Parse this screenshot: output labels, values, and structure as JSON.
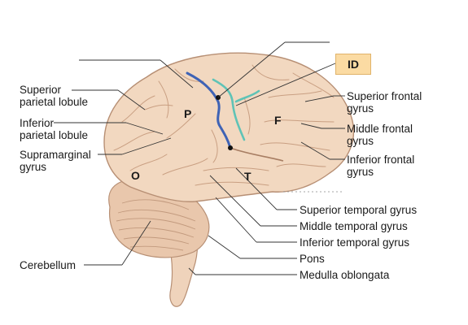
{
  "id_box": {
    "text": "ID",
    "fill": "#fbdba3"
  },
  "lobes": {
    "parietal": "P",
    "frontal": "F",
    "occipital": "O",
    "temporal": "T"
  },
  "labels_left": {
    "superior_parietal": [
      "Superior",
      "parietal lobule"
    ],
    "inferior_parietal": [
      "Inferior",
      "parietal lobule"
    ],
    "supramarginal": [
      "Supramarginal",
      "gyrus"
    ],
    "cerebellum": [
      "Cerebellum"
    ]
  },
  "labels_right": {
    "superior_frontal": [
      "Superior frontal",
      "gyrus"
    ],
    "middle_frontal": [
      "Middle frontal",
      "gyrus"
    ],
    "inferior_frontal": [
      "Inferior frontal",
      "gyrus"
    ],
    "superior_temporal": [
      "Superior temporal gyrus"
    ],
    "middle_temporal": [
      "Middle temporal gyrus"
    ],
    "inferior_temporal": [
      "Inferior temporal gyrus"
    ],
    "pons": [
      "Pons"
    ],
    "medulla": [
      "Medulla oblongata"
    ]
  },
  "colors": {
    "brain_fill": "#f2d8c0",
    "brain_stroke": "#b78f74",
    "cerebellum_fill": "#e9c7ac",
    "stem_fill": "#efd3bb",
    "sulcus_blue": "#3f63b5",
    "sulcus_teal": "#5fc3b6",
    "leader_line": "#333333"
  }
}
